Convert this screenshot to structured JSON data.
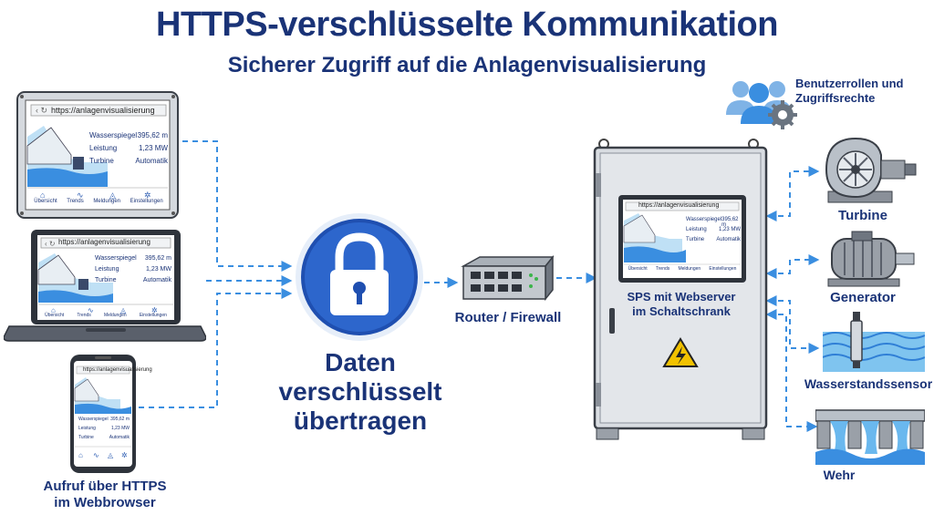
{
  "title": "HTTPS-verschlüsselte Kommunikation",
  "subtitle": "Sicherer Zugriff auf die Anlagenvisualisierung",
  "screen": {
    "url": "https://anlagenvisualisierung",
    "rows": [
      {
        "label": "Wasserspiegel",
        "value": "395,62 m"
      },
      {
        "label": "Leistung",
        "value": "1,23 MW"
      },
      {
        "label": "Turbine",
        "value": "Automatik"
      }
    ],
    "nav": [
      "Übersicht",
      "Trends",
      "Meldungen",
      "Einstellungen"
    ]
  },
  "labels": {
    "client": "Aufruf über HTTPS\nim Webbrowser",
    "encrypted": "Daten verschlüsselt\nübertragen",
    "router": "Router / Firewall",
    "sps": "SPS mit Webserver\nim Schaltschrank",
    "roles": "Benutzerrollen und\nZugriffsrechte",
    "turbine": "Turbine",
    "generator": "Generator",
    "sensor": "Wasserstandssensor",
    "weir": "Wehr"
  },
  "colors": {
    "navy": "#1a3377",
    "blue": "#2f7fd6",
    "dashed": "#3a8ee0",
    "cabinet": "#d9dde2"
  }
}
